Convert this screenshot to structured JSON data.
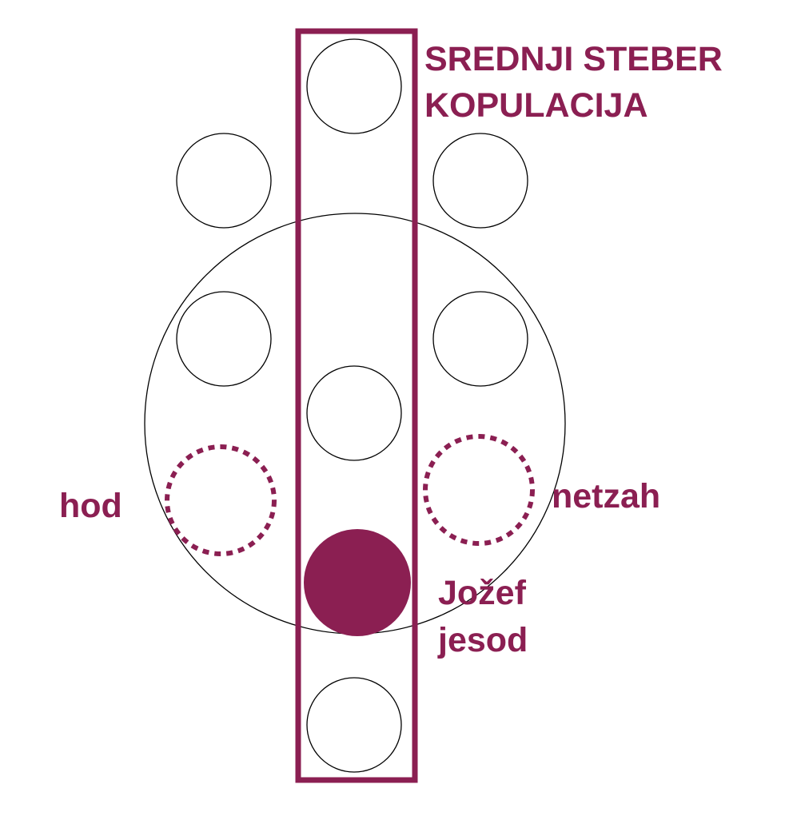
{
  "colors": {
    "accent": "#8b1f52",
    "outline": "#000000",
    "background": "#ffffff"
  },
  "title": {
    "line1": "SREDNJI STEBER",
    "line2": "KOPULACIJA"
  },
  "labels": {
    "hod": "hod",
    "netzah": "netzah",
    "jozef": "Jožef",
    "jesod": "jesod"
  }
}
